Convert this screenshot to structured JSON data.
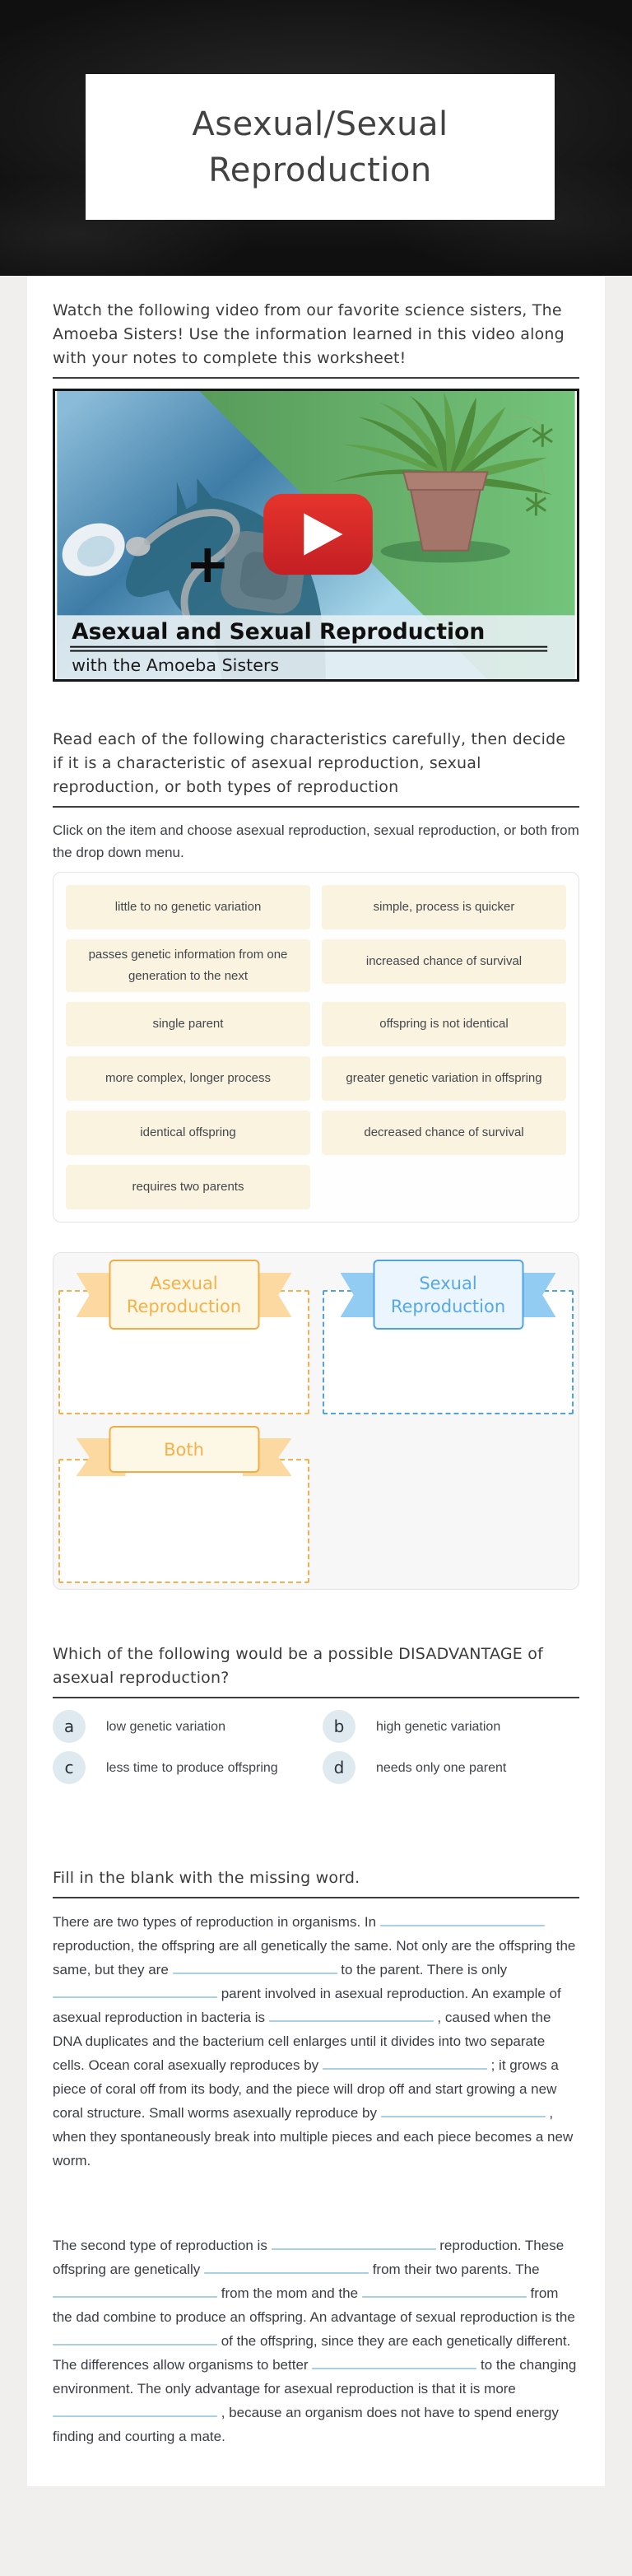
{
  "header": {
    "title": "Asexual/Sexual Reproduction"
  },
  "intro": {
    "text": "Watch the following video from our favorite science sisters, The Amoeba Sisters! Use the information learned in this video along with your notes to complete this worksheet!"
  },
  "video": {
    "title": "Asexual and Sexual Reproduction",
    "subtitle": "with the Amoeba Sisters",
    "plus": "+"
  },
  "sorting": {
    "heading": "Read each of the following characteristics carefully, then decide if it is a characteristic of asexual reproduction, sexual reproduction, or both  types of reproduction",
    "instructions": "Click on the item and choose asexual reproduction, sexual reproduction, or both from the drop down menu.",
    "items": [
      "little to no genetic variation",
      "simple, process is quicker",
      "passes genetic information from one generation to the next",
      "increased chance of survival",
      "single parent",
      "offspring is not identical",
      "more complex, longer process",
      "greater genetic variation in offspring",
      "identical offspring",
      "decreased chance of survival",
      "requires two parents"
    ]
  },
  "bins": {
    "asexual_label": "Asexual Reproduction",
    "sexual_label": "Sexual Reproduction",
    "both_label": "Both"
  },
  "question": {
    "heading": "Which of the following would be a possible DISADVANTAGE of asexual reproduction?",
    "options": [
      {
        "letter": "a",
        "text": "low genetic variation"
      },
      {
        "letter": "b",
        "text": "high genetic variation"
      },
      {
        "letter": "c",
        "text": "less time to produce offspring"
      },
      {
        "letter": "d",
        "text": "needs only one parent"
      }
    ]
  },
  "fill": {
    "heading": "Fill in the blank with the missing word.",
    "paragraph1": [
      {
        "t": "There are two types of reproduction in organisms. In "
      },
      {
        "b": true
      },
      {
        "t": " reproduction, the offspring are all genetically the same. Not only are the offspring the same, but they are "
      },
      {
        "b": true
      },
      {
        "t": " to the parent. There is only "
      },
      {
        "b": true
      },
      {
        "t": " parent involved in asexual reproduction. An example of asexual reproduction in bacteria is "
      },
      {
        "b": true
      },
      {
        "t": " , caused when the DNA duplicates and the bacterium cell enlarges until it divides into two separate cells. Ocean coral asexually reproduces by "
      },
      {
        "b": true
      },
      {
        "t": " ; it grows a piece of coral off from its body, and the piece will drop off and start growing a new coral structure. Small worms asexually reproduce by "
      },
      {
        "b": true
      },
      {
        "t": " , when they spontaneously break into multiple pieces and each piece becomes a new worm."
      }
    ],
    "paragraph2": [
      {
        "t": "The second type of reproduction is "
      },
      {
        "b": true
      },
      {
        "t": " reproduction. These offspring are genetically "
      },
      {
        "b": true
      },
      {
        "t": " from their two parents. The "
      },
      {
        "b": true
      },
      {
        "t": " from the mom and the "
      },
      {
        "b": true
      },
      {
        "t": " from the dad combine to produce an offspring. An advantage of sexual reproduction is the "
      },
      {
        "b": true
      },
      {
        "t": " of the offspring, since they are each genetically different. The differences allow organisms to better "
      },
      {
        "b": true
      },
      {
        "t": " to the changing environment. The only advantage for asexual reproduction is that it is more "
      },
      {
        "b": true
      },
      {
        "t": " , because an organism does not have to spend energy finding and courting a mate."
      }
    ]
  },
  "colors": {
    "orange_accent": "#f2ac43",
    "blue_accent": "#4fa3e0",
    "item_background": "#faf3df",
    "youtube_red": "#df2b26",
    "blank_line": "#a9cfe2"
  }
}
